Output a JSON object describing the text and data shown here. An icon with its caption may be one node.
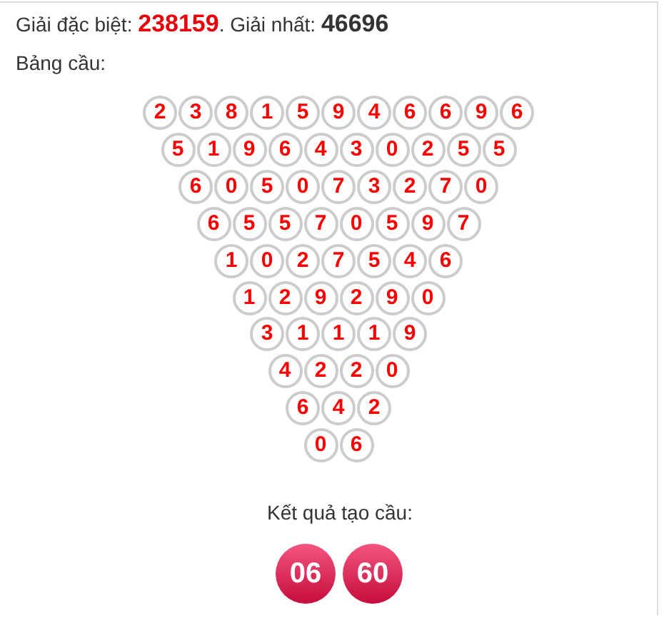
{
  "diagram": {
    "nodes": [
      {
        "text": [
          "2"
        ]
      },
      {
        "text": [
          "3"
        ]
      },
      {
        "text": [
          "8"
        ]
      },
      {
        "text": [
          "1"
        ]
      },
      {
        "text": [
          "5"
        ]
      },
      {
        "text": [
          "9"
        ]
      },
      {
        "text": [
          "4"
        ]
      },
      {
        "text": [
          "6"
        ]
      },
      {
        "text": [
          "6"
        ]
      },
      {
        "text": [
          "9"
        ]
      },
      {
        "text": [
          "6"
        ]
      },
      {
        "text": [
          "5"
        ]
      },
      {
        "text": [
          "1"
        ]
      },
      {
        "text": [
          "9"
        ]
      },
      {
        "text": [
          "6"
        ]
      },
      {
        "text": [
          "4"
        ]
      },
      {
        "text": [
          "3"
        ]
      },
      {
        "text": [
          "0"
        ]
      },
      {
        "text": [
          "2"
        ]
      },
      {
        "text": [
          "5"
        ]
      },
      {
        "text": [
          "5"
        ]
      },
      {
        "text": [
          "6"
        ]
      },
      {
        "text": [
          "0"
        ]
      },
      {
        "text": [
          "5"
        ]
      },
      {
        "text": [
          "0"
        ]
      },
      {
        "text": [
          "7"
        ]
      },
      {
        "text": [
          "3"
        ]
      },
      {
        "text": [
          "2"
        ]
      },
      {
        "text": [
          "7"
        ]
      },
      {
        "text": [
          "0"
        ]
      },
      {
        "text": [
          "6"
        ]
      },
      {
        "text": [
          "5"
        ]
      },
      {
        "text": [
          "5"
        ]
      },
      {
        "text": [
          "7"
        ]
      },
      {
        "text": [
          "0"
        ]
      },
      {
        "text": [
          "5"
        ]
      },
      {
        "text": [
          "9"
        ]
      },
      {
        "text": [
          "7"
        ]
      },
      {
        "text": [
          "1"
        ]
      },
      {
        "text": [
          "0"
        ]
      },
      {
        "text": [
          "2"
        ]
      },
      {
        "text": [
          "7"
        ]
      },
      {
        "text": [
          "5"
        ]
      },
      {
        "text": [
          "4"
        ]
      },
      {
        "text": [
          "6"
        ]
      },
      {
        "text": [
          "1"
        ]
      },
      {
        "text": [
          "2"
        ]
      },
      {
        "text": [
          "9"
        ]
      },
      {
        "text": [
          "2"
        ]
      },
      {
        "text": [
          "9"
        ]
      },
      {
        "text": [
          "0"
        ]
      },
      {
        "text": [
          "3"
        ]
      },
      {
        "text": [
          "1"
        ]
      },
      {
        "text": [
          "1"
        ]
      },
      {
        "text": [
          "1"
        ]
      },
      {
        "text": [
          "9"
        ]
      },
      {
        "text": [
          "4"
        ]
      },
      {
        "text": [
          "2"
        ]
      },
      {
        "text": [
          "2"
        ]
      },
      {
        "text": [
          "0"
        ]
      },
      {
        "text": [
          "6"
        ]
      },
      {
        "text": [
          "4"
        ]
      },
      {
        "text": [
          "2"
        ]
      },
      {
        "text": [
          "0"
        ]
      },
      {
        "text": [
          "6"
        ]
      },
      {
        "text": [
          "06"
        ]
      },
      {
        "text": [
          "60"
        ]
      }
    ],
    "labels": [
      "Giải đặc biệt: **238159**. Giải nhất: **46696**",
      "Bảng cầu:",
      "Kết quả tạo cầu:"
    ]
  }
}
